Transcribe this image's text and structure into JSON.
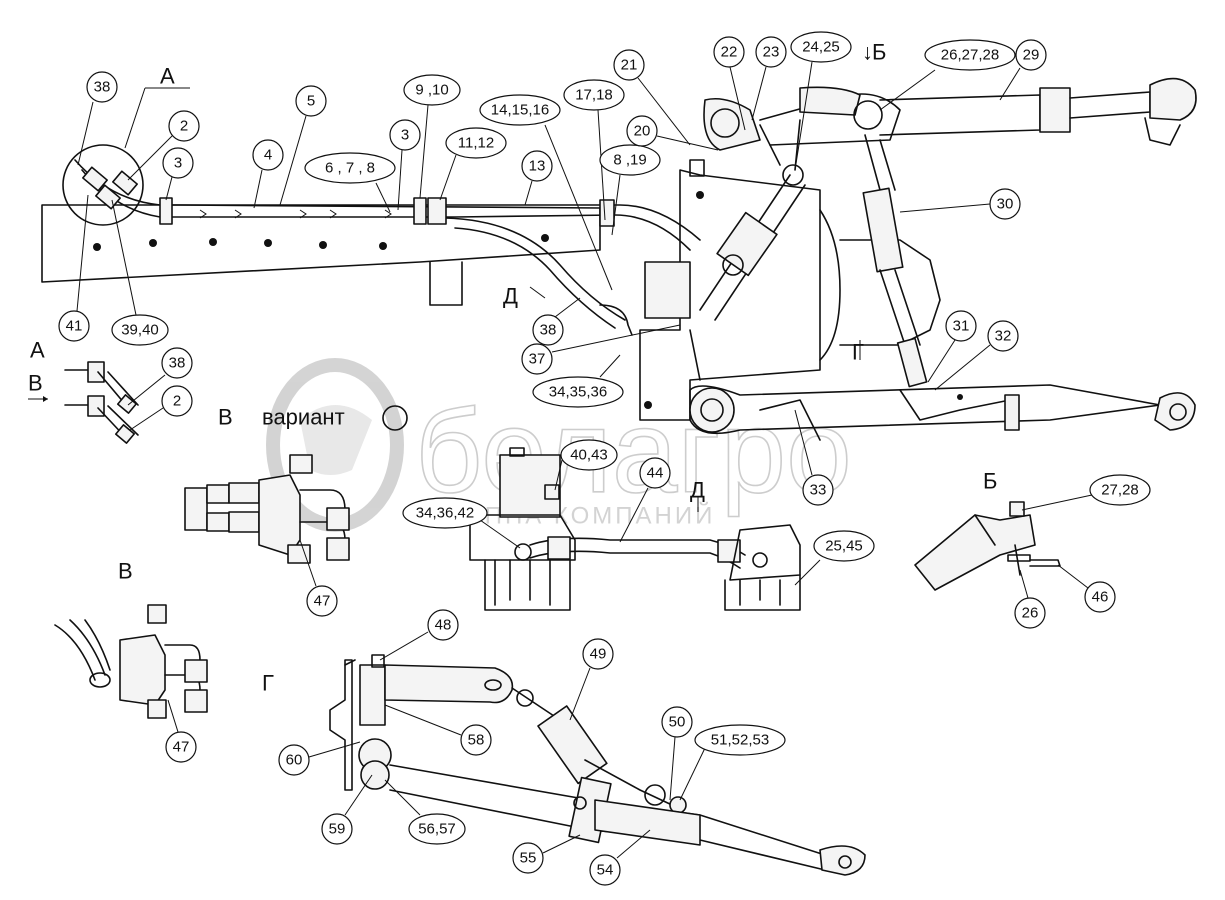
{
  "watermark": {
    "brand": "белагро",
    "subtitle": "ГРУППА КОМПАНИЙ"
  },
  "view_labels": {
    "A_top": "А",
    "B_top": "Б",
    "B_top_arrow": "↓",
    "A_left": "А",
    "V_left": "В",
    "V_variant": "В",
    "variant_text": "вариант",
    "G_marker": "Г",
    "D_marker": "Д",
    "D_section": "Д",
    "V_section": "В",
    "B_section": "Б",
    "G_section": "Г"
  },
  "callouts": [
    {
      "id": "c38a",
      "text": "38"
    },
    {
      "id": "c2a",
      "text": "2"
    },
    {
      "id": "c3a",
      "text": "3"
    },
    {
      "id": "c4",
      "text": "4"
    },
    {
      "id": "c5",
      "text": "5"
    },
    {
      "id": "c678",
      "text": "6 , 7 , 8"
    },
    {
      "id": "c3b",
      "text": "3"
    },
    {
      "id": "c910",
      "text": "9 ,10"
    },
    {
      "id": "c1112",
      "text": "11,12"
    },
    {
      "id": "c141516",
      "text": "14,15,16"
    },
    {
      "id": "c13",
      "text": "13"
    },
    {
      "id": "c1718",
      "text": "17,18"
    },
    {
      "id": "c819",
      "text": "8 ,19"
    },
    {
      "id": "c20",
      "text": "20"
    },
    {
      "id": "c21",
      "text": "21"
    },
    {
      "id": "c22",
      "text": "22"
    },
    {
      "id": "c23",
      "text": "23"
    },
    {
      "id": "c2425",
      "text": "24,25"
    },
    {
      "id": "c262728",
      "text": "26,27,28"
    },
    {
      "id": "c29",
      "text": "29"
    },
    {
      "id": "c30",
      "text": "30"
    },
    {
      "id": "c31",
      "text": "31"
    },
    {
      "id": "c32",
      "text": "32"
    },
    {
      "id": "c33",
      "text": "33"
    },
    {
      "id": "c41",
      "text": "41"
    },
    {
      "id": "c3940",
      "text": "39,40"
    },
    {
      "id": "c38b",
      "text": "38"
    },
    {
      "id": "c37",
      "text": "37"
    },
    {
      "id": "c343536",
      "text": "34,35,36"
    },
    {
      "id": "c38c",
      "text": "38"
    },
    {
      "id": "c2b",
      "text": "2"
    },
    {
      "id": "c4043",
      "text": "40,43"
    },
    {
      "id": "c44",
      "text": "44"
    },
    {
      "id": "c343642",
      "text": "34,36,42"
    },
    {
      "id": "c2545",
      "text": "25,45"
    },
    {
      "id": "c2728",
      "text": "27,28"
    },
    {
      "id": "c26",
      "text": "26"
    },
    {
      "id": "c46",
      "text": "46"
    },
    {
      "id": "c47a",
      "text": "47"
    },
    {
      "id": "c47b",
      "text": "47"
    },
    {
      "id": "c48",
      "text": "48"
    },
    {
      "id": "c49",
      "text": "49"
    },
    {
      "id": "c50",
      "text": "50"
    },
    {
      "id": "c515253",
      "text": "51,52,53"
    },
    {
      "id": "c58",
      "text": "58"
    },
    {
      "id": "c60",
      "text": "60"
    },
    {
      "id": "c59",
      "text": "59"
    },
    {
      "id": "c5657",
      "text": "56,57"
    },
    {
      "id": "c55",
      "text": "55"
    },
    {
      "id": "c54",
      "text": "54"
    }
  ]
}
